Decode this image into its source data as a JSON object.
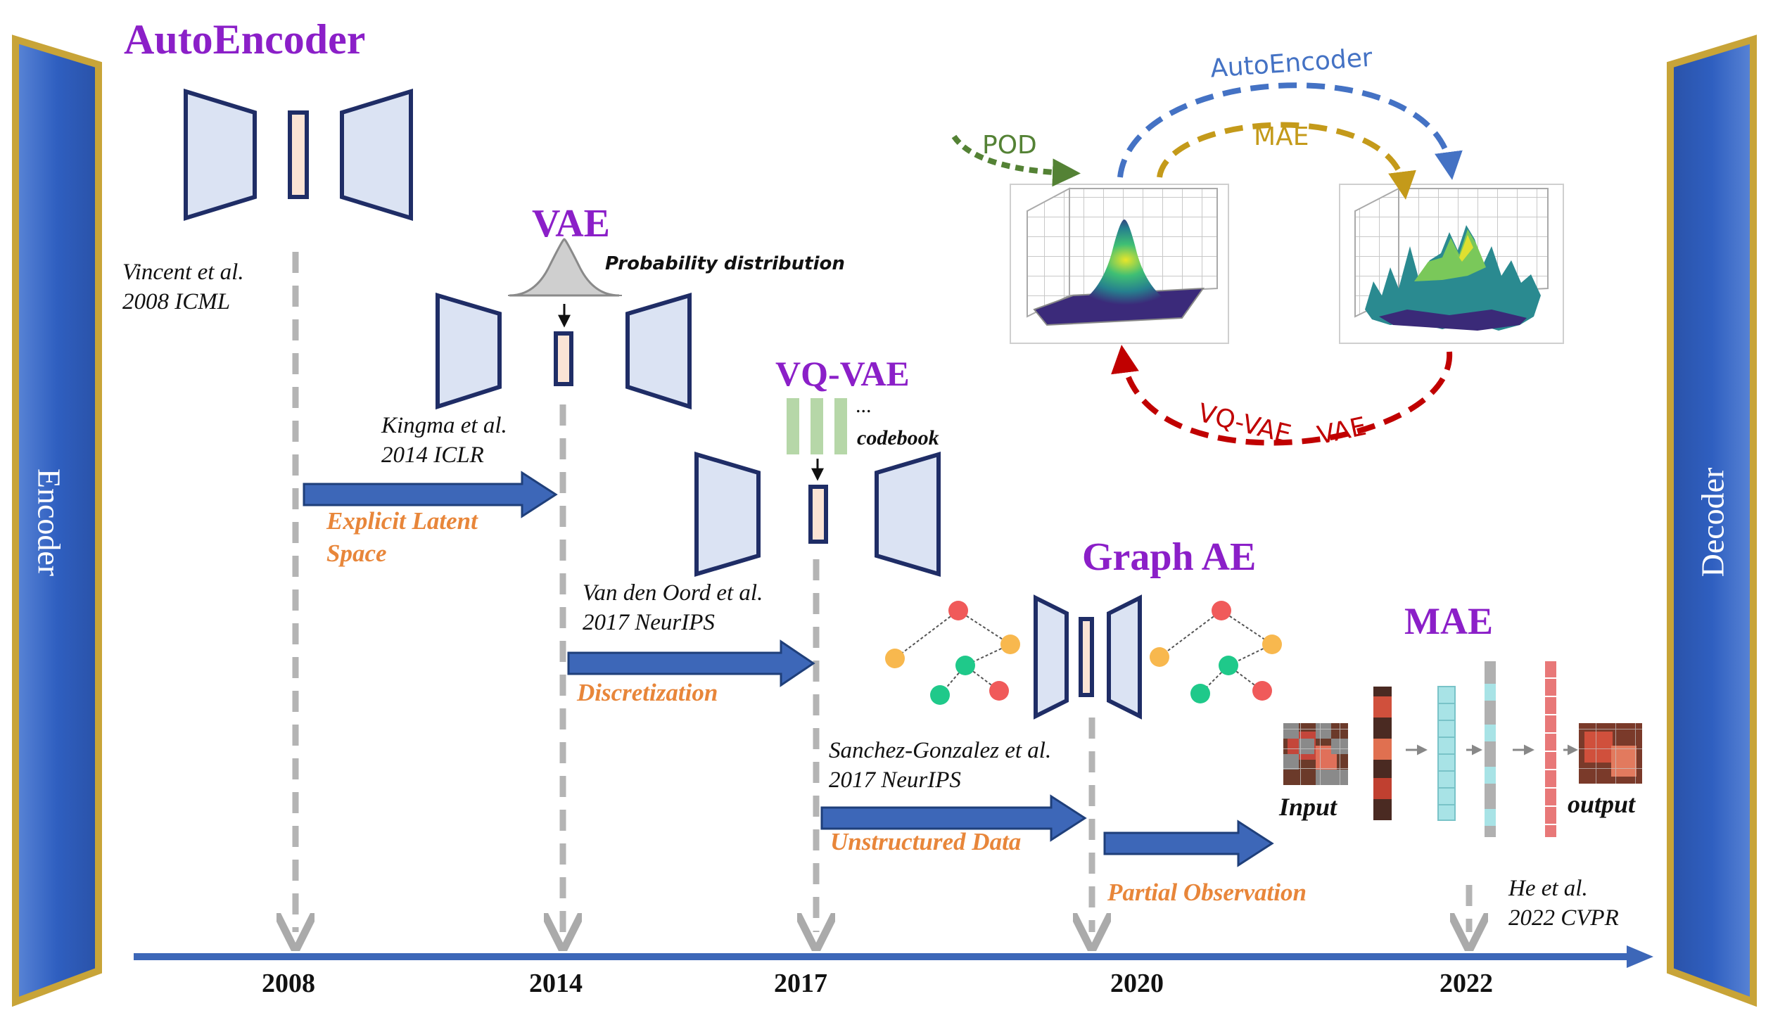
{
  "side_labels": {
    "left": "Encoder",
    "right": "Decoder"
  },
  "titles": {
    "autoencoder": "AutoEncoder",
    "vae": "VAE",
    "vqvae": "VQ-VAE",
    "graph_ae": "Graph AE",
    "mae": "MAE"
  },
  "annotations": {
    "probability": "Probability distribution",
    "codebook_dots": "...",
    "codebook": "codebook",
    "mae_input": "Input",
    "mae_output": "output"
  },
  "citations": [
    {
      "line1": "Vincent et al.",
      "line2": "2008 ICML"
    },
    {
      "line1": "Kingma et al.",
      "line2": "2014 ICLR"
    },
    {
      "line1": "Van den Oord et al.",
      "line2": "2017 NeurIPS"
    },
    {
      "line1": "Sanchez-Gonzalez et al.",
      "line2": "2017 NeurIPS"
    },
    {
      "line1": "He et al.",
      "line2": "2022 CVPR"
    }
  ],
  "features": [
    {
      "line1": "Explicit Latent",
      "line2": "Space"
    },
    {
      "line1": "Discretization"
    },
    {
      "line1": "Unstructured Data"
    },
    {
      "line1": "Partial Observation"
    }
  ],
  "timeline": {
    "years": [
      "2008",
      "2014",
      "2017",
      "2020",
      "2022"
    ]
  },
  "cycle": {
    "pod": "POD",
    "autoencoder": "AutoEncoder",
    "mae": "MAE",
    "vqvae": "VQ-VAE",
    "vae": "VAE"
  },
  "colors": {
    "title_purple": "#8b1fc8",
    "feature_orange": "#e8863a",
    "arrow_blue": "#3d67b8",
    "panel_gold": "#c8a438",
    "box_fill": "#dbe3f3",
    "latent_fill": "#fbe4d5",
    "cycle_blue": "#4472c4",
    "cycle_gold": "#c49a1a",
    "cycle_green": "#548235",
    "cycle_red": "#c00000"
  }
}
